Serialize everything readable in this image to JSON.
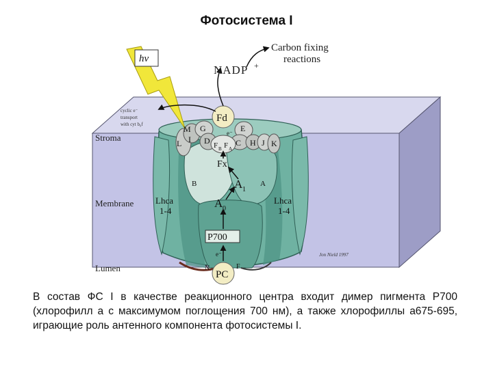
{
  "title": "Фотосистема I",
  "diagram": {
    "light": "hν",
    "carbon_fixing": [
      "Carbon fixing",
      "reactions"
    ],
    "nadp": "NADP",
    "nadp_sup": "+",
    "cyclic": [
      "cyclic e⁻",
      "transport",
      "with cyt b₆f"
    ],
    "regions": {
      "stroma": "Stroma",
      "membrane": "Membrane",
      "lumen": "Lumen"
    },
    "lhca_left": [
      "Lhca",
      "1-4"
    ],
    "lhca_right": [
      "Lhca",
      "1-4"
    ],
    "fd": "Fd",
    "electron": "e⁻",
    "subunits_top": [
      "M",
      "G",
      "E"
    ],
    "subunits_mid": [
      "L",
      "I",
      "D",
      "C",
      "H",
      "J",
      "K"
    ],
    "fe_s": {
      "fb": "F",
      "fb_sub": "B",
      "fa": "F",
      "fa_sub": "A"
    },
    "fx": "Fx",
    "a1": "A",
    "a1_sub": "1",
    "a0": "A",
    "a0_sub": "0",
    "subunit_a": "A",
    "subunit_b": "B",
    "p700": "P700",
    "pc": "PC",
    "bottom_n": "N",
    "bottom_f": "F",
    "credit": "Jon Nield 1997"
  },
  "caption": "В состав ФС I в качестве реакционного центра входит димер пигмента P700 (хлорофилл a с максимумом поглощения 700 нм), а также хлорофиллы a675-695, играющие роль антенного компонента фотосистемы I."
}
